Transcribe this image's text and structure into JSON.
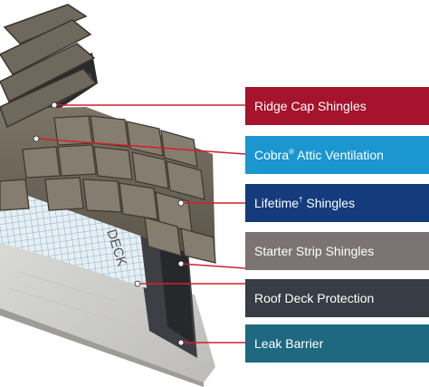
{
  "layers": [
    {
      "id": "ridge-cap",
      "name": "Ridge Cap Shingles",
      "mark": "",
      "suffix": "",
      "color": "#a5132c"
    },
    {
      "id": "ventilation",
      "name": "Cobra",
      "mark": "®",
      "suffix": " Attic Ventilation",
      "color": "#1c96d1"
    },
    {
      "id": "lifetime",
      "name": "Lifetime",
      "mark": "†",
      "suffix": " Shingles",
      "color": "#143c7c"
    },
    {
      "id": "starter-strip",
      "name": "Starter Strip Shingles",
      "mark": "",
      "suffix": "",
      "color": "#7c7474"
    },
    {
      "id": "deck-protection",
      "name": "Roof Deck Protection",
      "mark": "",
      "suffix": "",
      "color": "#383c44"
    },
    {
      "id": "leak-barrier",
      "name": "Leak Barrier",
      "mark": "",
      "suffix": "",
      "color": "#1e6880"
    }
  ],
  "underlayment_text": "DECK"
}
